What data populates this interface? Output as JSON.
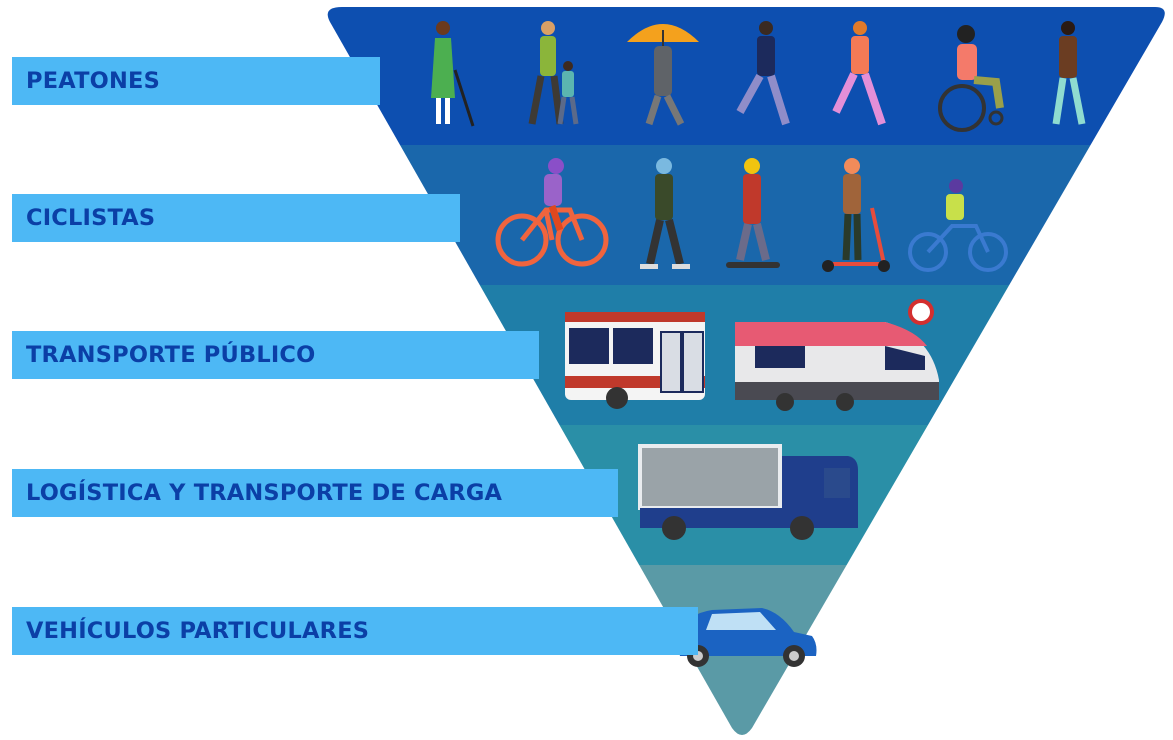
{
  "levels": [
    {
      "label": "PEATONES",
      "color": "#0d4fb0",
      "icons": [
        "person-with-cane-icon",
        "adult-and-child-walking-icon",
        "person-with-umbrella-icon",
        "person-walking-icon",
        "person-walking-icon",
        "person-in-wheelchair-icon",
        "person-walking-icon"
      ]
    },
    {
      "label": "CICLISTAS",
      "color": "#1a67ab",
      "icons": [
        "cyclist-icon",
        "inline-skater-icon",
        "skateboarder-icon",
        "scooter-rider-icon",
        "child-cyclist-icon"
      ]
    },
    {
      "label": "TRANSPORTE PÚBLICO",
      "color": "#1f7ea8",
      "icons": [
        "bus-icon",
        "metro-train-icon"
      ]
    },
    {
      "label": "LOGÍSTICA Y TRANSPORTE DE CARGA",
      "color": "#2a8fa7",
      "icons": [
        "cargo-truck-icon"
      ]
    },
    {
      "label": "VEHÍCULOS PARTICULARES",
      "color": "#5a9aa6",
      "icons": [
        "car-icon"
      ]
    }
  ],
  "colors": {
    "label_bar": "#4db8f5",
    "label_text": "#0b3fa6"
  }
}
